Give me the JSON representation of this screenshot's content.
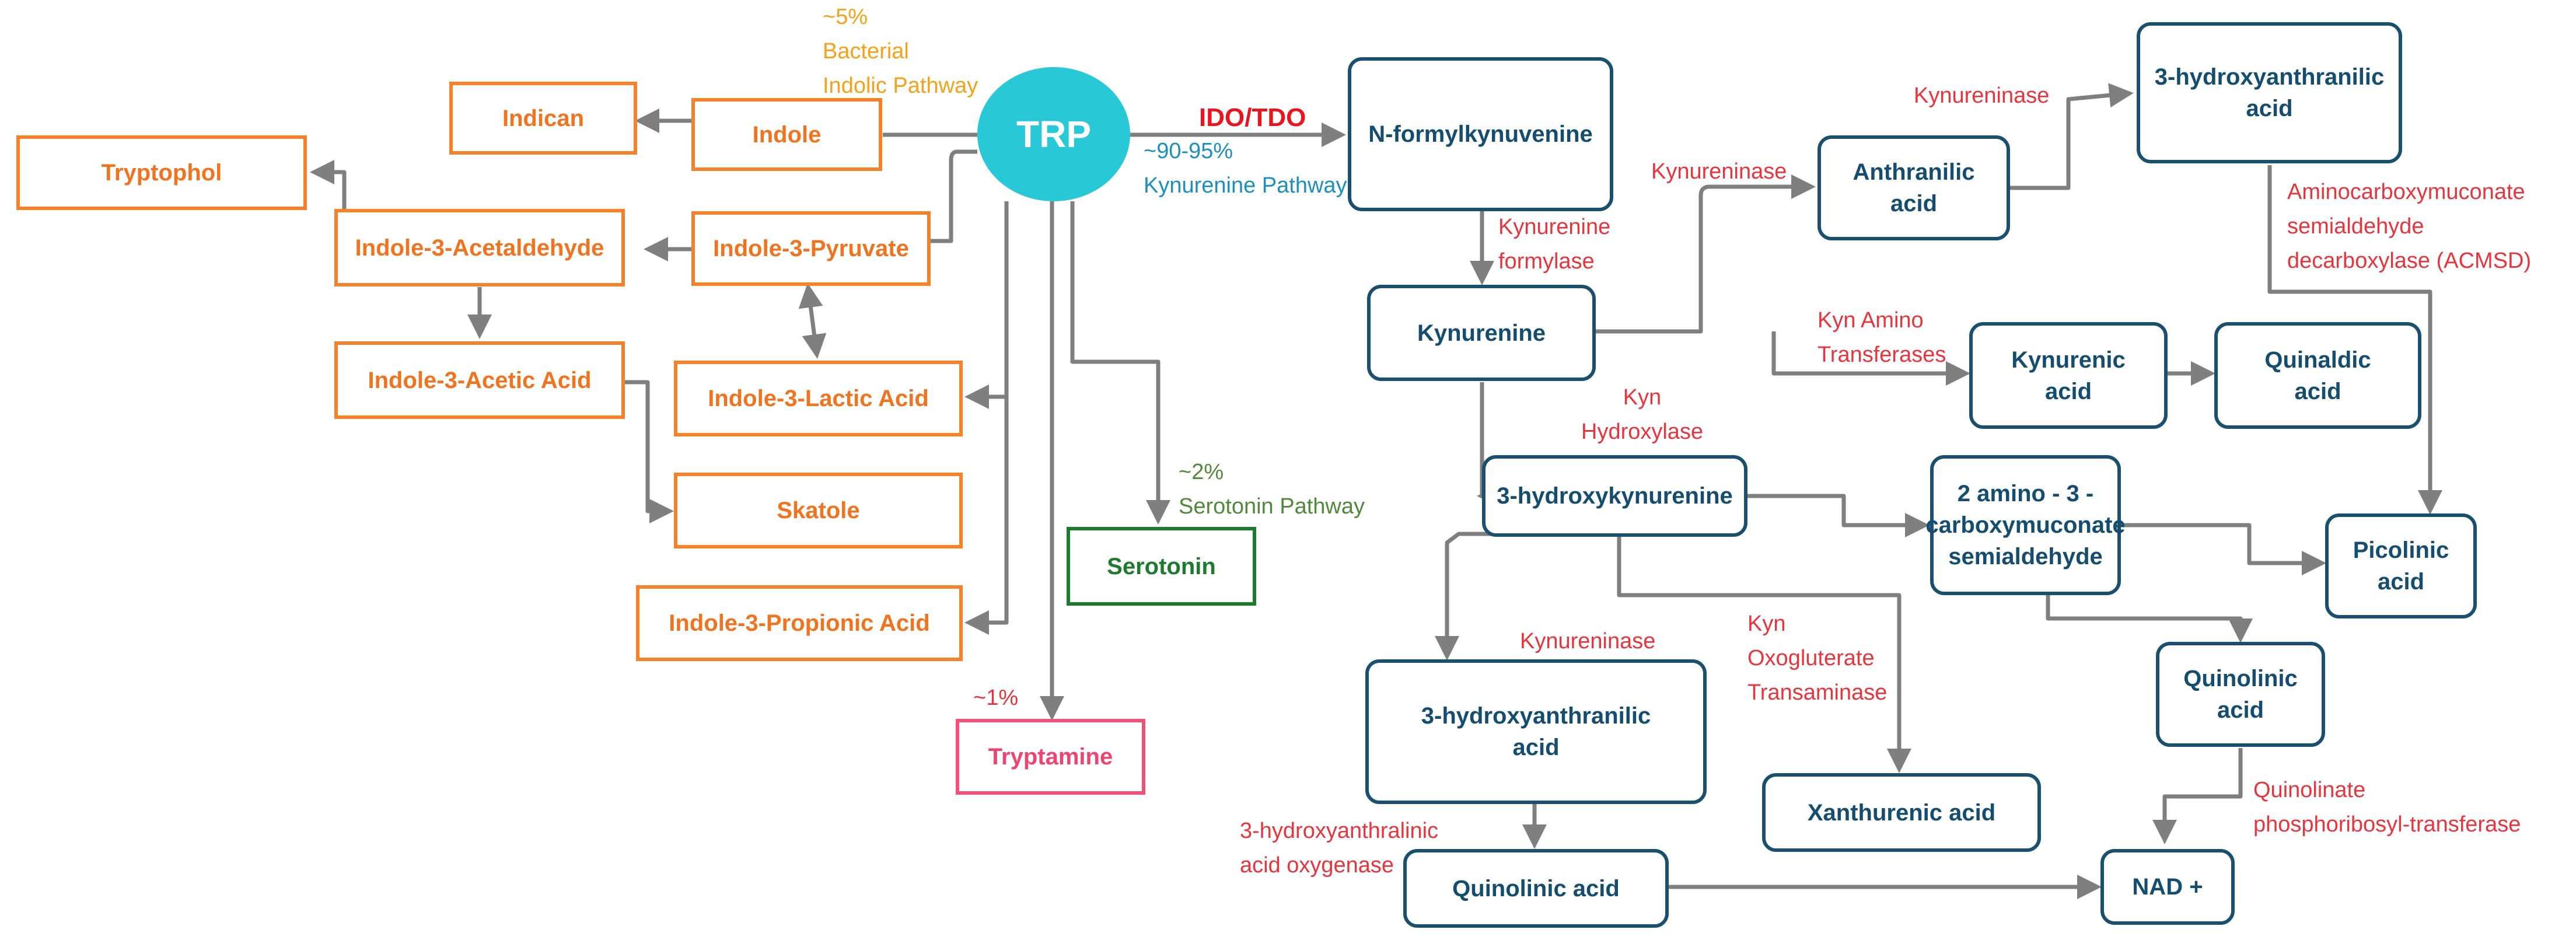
{
  "nodes": {
    "trp": "TRP",
    "indole": "Indole",
    "indican": "Indican",
    "tryptophol": "Tryptophol",
    "indole_3_acetaldehyde": "Indole-3-Acetaldehyde",
    "indole_3_pyruvate": "Indole-3-Pyruvate",
    "indole_3_acetic_acid": "Indole-3-Acetic Acid",
    "indole_3_lactic_acid": "Indole-3-Lactic Acid",
    "skatole": "Skatole",
    "indole_3_propionic_acid": "Indole-3-Propionic Acid",
    "serotonin": "Serotonin",
    "tryptamine": "Tryptamine",
    "n_formylkynuvenine": "N-formylkynuvenine",
    "kynurenine": "Kynurenine",
    "anthranilic_acid": [
      "Anthranilic",
      "acid"
    ],
    "hydroxyanthranilic_acid_top": [
      "3-hydroxyanthranilic",
      "acid"
    ],
    "kynurenic_acid": [
      "Kynurenic",
      "acid"
    ],
    "quinaldic_acid": [
      "Quinaldic",
      "acid"
    ],
    "hydroxykynurenine": "3-hydroxykynurenine",
    "amino_carboxymuconate": [
      "2 amino - 3 -",
      "carboxymuconate",
      "semialdehyde"
    ],
    "picolinic_acid": [
      "Picolinic",
      "acid"
    ],
    "hydroxyanthranilic_acid_bottom": [
      "3-hydroxyanthranilic",
      "acid"
    ],
    "quinolinic_acid_right": [
      "Quinolinic",
      "acid"
    ],
    "xanthurenic_acid": "Xanthurenic acid",
    "quinolinic_acid_bottom": "Quinolinic acid",
    "nad": "NAD +"
  },
  "labels": {
    "bacterial": [
      "~5%",
      "Bacterial",
      "Indolic Pathway"
    ],
    "ido_tdo": "IDO/TDO",
    "kynurenine_pathway": [
      "~90-95%",
      "Kynurenine Pathway"
    ],
    "serotonin_pathway": [
      "~2%",
      "Serotonin Pathway"
    ],
    "tryptamine_pct": "~1%",
    "kynurenine_formylase": [
      "Kynurenine",
      "formylase"
    ],
    "kynureninase_1": "Kynureninase",
    "kynureninase_2": "Kynureninase",
    "kynureninase_3": "Kynureninase",
    "kyn_amino_transferases": [
      "Kyn Amino",
      "Transferases"
    ],
    "kyn_hydroxylase": [
      "Kyn",
      "Hydroxylase"
    ],
    "acmsd": [
      "Aminocarboxymuconate",
      "semialdehyde",
      "decarboxylase (ACMSD)"
    ],
    "kyn_oxogluterate": [
      "Kyn",
      "Oxogluterate",
      "Transaminase"
    ],
    "hao": [
      "3-hydroxyanthralinic",
      "acid oxygenase"
    ],
    "qprt": [
      "Quinolinate",
      "phosphoribosyl-transferase"
    ]
  },
  "colors": {
    "bacterial_box": "#f5822a",
    "kynurenine_box": "#1a4f6e",
    "serotonin_box": "#1e7b2e",
    "tryptamine_box": "#f0507a",
    "trp_circle": "#29c8d6",
    "enzyme_text": "#e8343c",
    "arrow": "#7f7f7f"
  }
}
